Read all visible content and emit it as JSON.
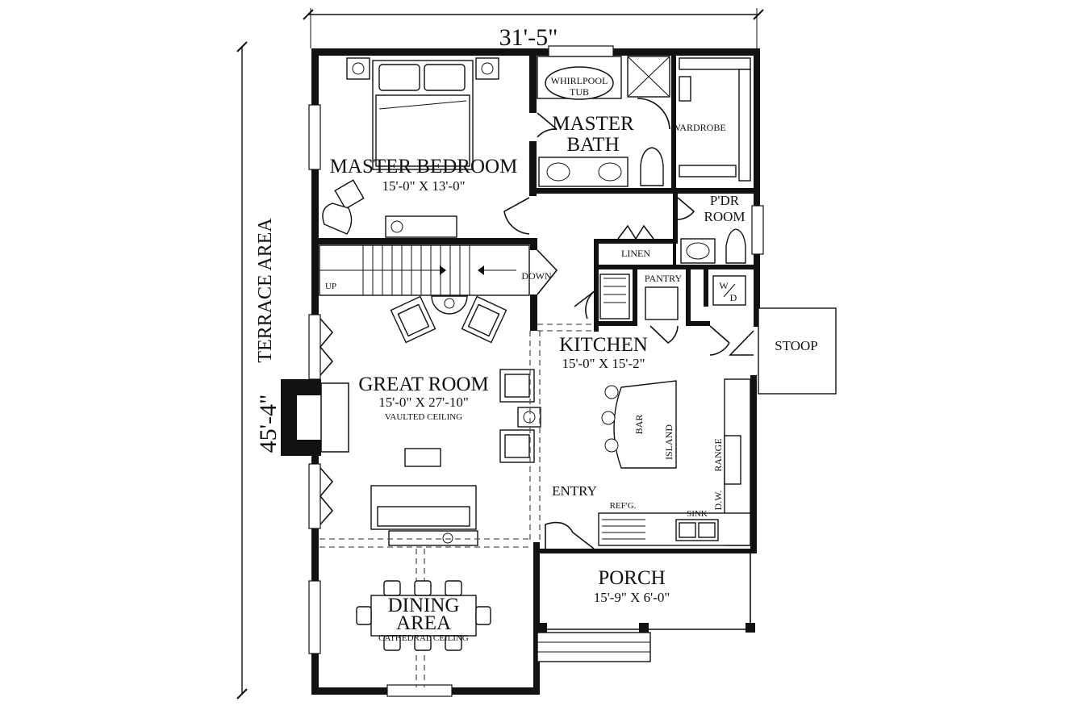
{
  "dimensions": {
    "width": "31'-5\"",
    "depth": "45'-4\""
  },
  "side_label": "TERRACE AREA",
  "rooms": {
    "master_bedroom": {
      "name": "MASTER BEDROOM",
      "size": "15'-0\" X 13'-0\""
    },
    "master_bath": {
      "name_line1": "MASTER",
      "name_line2": "BATH"
    },
    "whirlpool": {
      "line1": "WHIRLPOOL",
      "line2": "TUB"
    },
    "wardrobe": "WARDROBE",
    "powder": {
      "line1": "P'DR",
      "line2": "ROOM"
    },
    "linen": "LINEN",
    "pantry": "PANTRY",
    "wd": {
      "w": "W",
      "d": "D"
    },
    "stoop": "STOOP",
    "kitchen": {
      "name": "KITCHEN",
      "size": "15'-0\" X 15'-2\""
    },
    "great_room": {
      "name": "GREAT ROOM",
      "size": "15'-0\" X 27'-10\"",
      "note": "VAULTED CEILING"
    },
    "entry": "ENTRY",
    "porch": {
      "name": "PORCH",
      "size": "15'-9\" X 6'-0\""
    },
    "dining": {
      "line1": "DINING",
      "line2": "AREA",
      "note": "CATHEDRAL CEILING"
    }
  },
  "labels": {
    "up": "UP",
    "down": "DOWN",
    "bar": "BAR",
    "island": "ISLAND",
    "range": "RANGE",
    "dw": "D.W.",
    "refg": "REF'G.",
    "sink": "SINK"
  }
}
